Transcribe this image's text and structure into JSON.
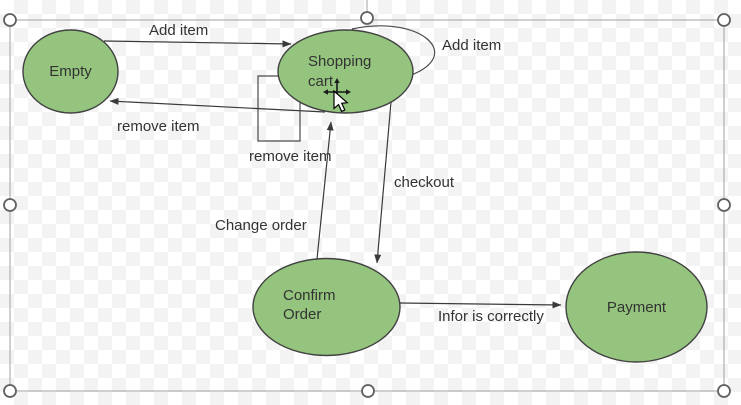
{
  "app": {
    "view": "diagram-editor-canvas",
    "selection_active": true
  },
  "style": {
    "state_fill": "#94c47d",
    "state_stroke": "#424242",
    "edge_color": "#3a3a3a",
    "label_color": "#333333",
    "checker_color": "#f3f3f3",
    "selection_border_color": "#a0a0a0",
    "handle_border_color": "#606060"
  },
  "states": {
    "empty": {
      "label": "Empty"
    },
    "shopping_cart": {
      "line1": "Shopping",
      "line2": "cart"
    },
    "confirm_order": {
      "line1": "Confirm",
      "line2": "Order"
    },
    "payment": {
      "label": "Payment"
    }
  },
  "edges": {
    "add_item_top": {
      "label": "Add item",
      "from": "Empty",
      "to": "Shopping cart"
    },
    "add_item_self_loop": {
      "label": "Add item",
      "from": "Shopping cart",
      "to": "Shopping cart"
    },
    "remove_item": {
      "label": "remove item",
      "from": "Shopping cart",
      "to": "Empty"
    },
    "remove_item_self_loop": {
      "label": "remove item",
      "from": "Shopping cart",
      "to": "Shopping cart"
    },
    "change_order": {
      "label": "Change order",
      "from": "Confirm Order",
      "to": "Shopping cart"
    },
    "checkout": {
      "label": "checkout",
      "from": "Shopping cart",
      "to": "Confirm Order"
    },
    "confirm_to_payment": {
      "label": "Infor is correctly",
      "from": "Confirm Order",
      "to": "Payment"
    }
  }
}
